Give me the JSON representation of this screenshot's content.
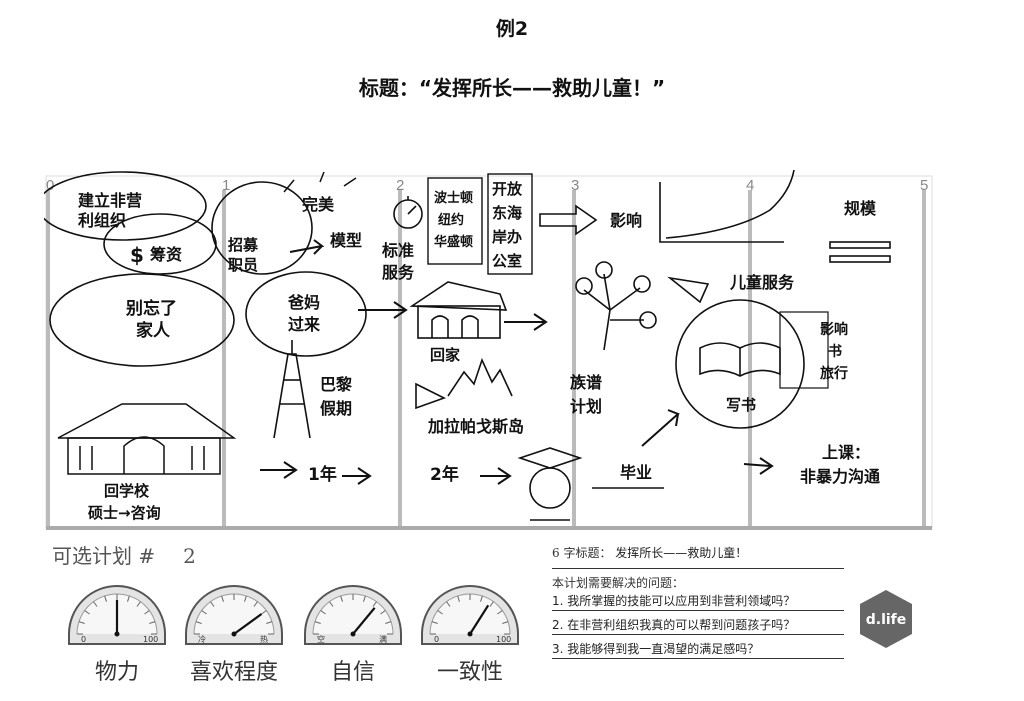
{
  "example_title": "例2",
  "main_title": "标题：“发挥所长——救助儿童！”",
  "columns": [
    "0",
    "1",
    "2",
    "3",
    "4",
    "5"
  ],
  "sketch_texts": {
    "nonprofit": [
      "建立非营",
      "利组织"
    ],
    "funding": "筹资",
    "perfect": "完美",
    "model": "模型",
    "recruit": [
      "招募",
      "职员"
    ],
    "standard_service": [
      "标准",
      "服务"
    ],
    "cities": [
      "波士顿",
      "纽约",
      "华盛顿"
    ],
    "office": [
      "开放",
      "东海",
      "岸办",
      "公室"
    ],
    "impact": "影响",
    "scale": "规模",
    "family": [
      "别忘了",
      "家人"
    ],
    "parents": [
      "爸妈",
      "过来"
    ],
    "go_home": "回家",
    "child_service": "儿童服务",
    "impact_list": [
      "影响",
      "书",
      "旅行"
    ],
    "paris": [
      "巴黎",
      "假期"
    ],
    "galapagos": "加拉帕戈斯岛",
    "genealogy": [
      "族谱",
      "计划"
    ],
    "write_book": "写书",
    "school": [
      "回学校",
      "硕士→咨询"
    ],
    "year1": "1年",
    "year2": "2年",
    "graduate": "毕业",
    "course": [
      "上课：",
      "非暴力沟通"
    ]
  },
  "plan": {
    "label": "可选计划 #",
    "number": "2"
  },
  "gauges": [
    {
      "label": "物力",
      "min": "0",
      "max": "100",
      "value": 0.5
    },
    {
      "label": "喜欢程度",
      "min": "冷",
      "max": "热",
      "value": 0.8
    },
    {
      "label": "自信",
      "min": "空",
      "max": "满",
      "value": 0.72
    },
    {
      "label": "一致性",
      "min": "0",
      "max": "100",
      "value": 0.68
    }
  ],
  "right_panel": {
    "title_label": "6 字标题：",
    "title_value": "发挥所长——救助儿童！",
    "questions_label": "本计划需要解决的问题：",
    "questions": [
      "1. 我所掌握的技能可以应用到非营利领域吗？",
      "2. 在非营利组织我真的可以帮到问题孩子吗？",
      "3. 我能够得到我一直渴望的满足感吗？"
    ]
  },
  "logo_text": "d.life"
}
